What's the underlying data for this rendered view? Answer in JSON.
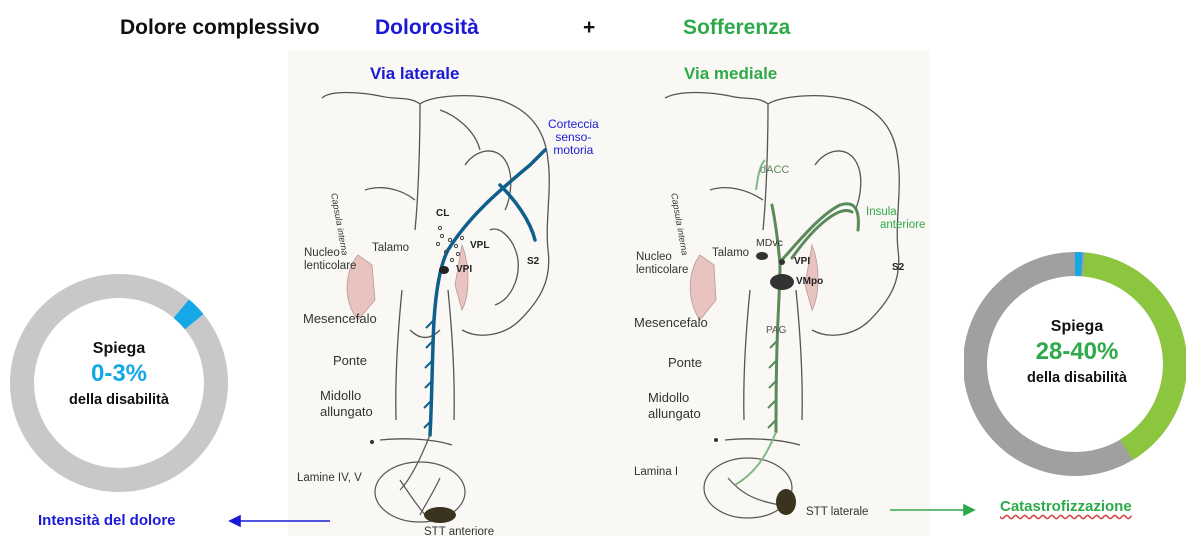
{
  "header": {
    "overall": "Dolore complessivo",
    "left_title": "Dolorosità",
    "plus": "+",
    "right_title": "Sofferenza",
    "colors": {
      "blue": "#1a1ad6",
      "green": "#2eaa4a",
      "ring_grey": "#c8c8c8",
      "ring_dark": "#a0a0a0",
      "cyan": "#14a8e6",
      "lime": "#8cc63f"
    }
  },
  "left_panel": {
    "title": "Via laterale",
    "labels": {
      "cortex_1": "Corteccia",
      "cortex_2": "senso-",
      "cortex_3": "motoria",
      "capsula": "Capsula interna",
      "cl": "CL",
      "talamo": "Talamo",
      "vpl": "VPL",
      "vpi": "VPI",
      "nucleo_1": "Nucleo",
      "nucleo_2": "lenticolare",
      "s2": "S2",
      "mesencefalo": "Mesencefalo",
      "ponte": "Ponte",
      "midollo_1": "Midollo",
      "midollo_2": "allungato",
      "lamine": "Lamine IV, V",
      "stt": "STT anteriore"
    }
  },
  "right_panel": {
    "title": "Via mediale",
    "labels": {
      "dacc": "dACC",
      "insula_1": "Insula",
      "insula_2": "anteriore",
      "capsula": "Capsula interna",
      "talamo": "Talamo",
      "mdvc": "MDvc",
      "vpi": "VPI",
      "vmpo": "VMpo",
      "nucleo_1": "Nucleo",
      "nucleo_2": "lenticolare",
      "s2": "S2",
      "pag": "PAG",
      "mesencefalo": "Mesencefalo",
      "ponte": "Ponte",
      "midollo_1": "Midollo",
      "midollo_2": "allungato",
      "lamina": "Lamina I",
      "stt": "STT laterale"
    }
  },
  "left_ring": {
    "line1": "Spiega",
    "value": "0-3%",
    "line3": "della disabilità",
    "fraction": 0.03
  },
  "right_ring": {
    "line1": "Spiega",
    "value": "28-40%",
    "line3": "della disabilità",
    "fraction": 0.4
  },
  "bottom": {
    "left_label": "Intensità del dolore",
    "right_label": "Catastrofizzazione"
  }
}
